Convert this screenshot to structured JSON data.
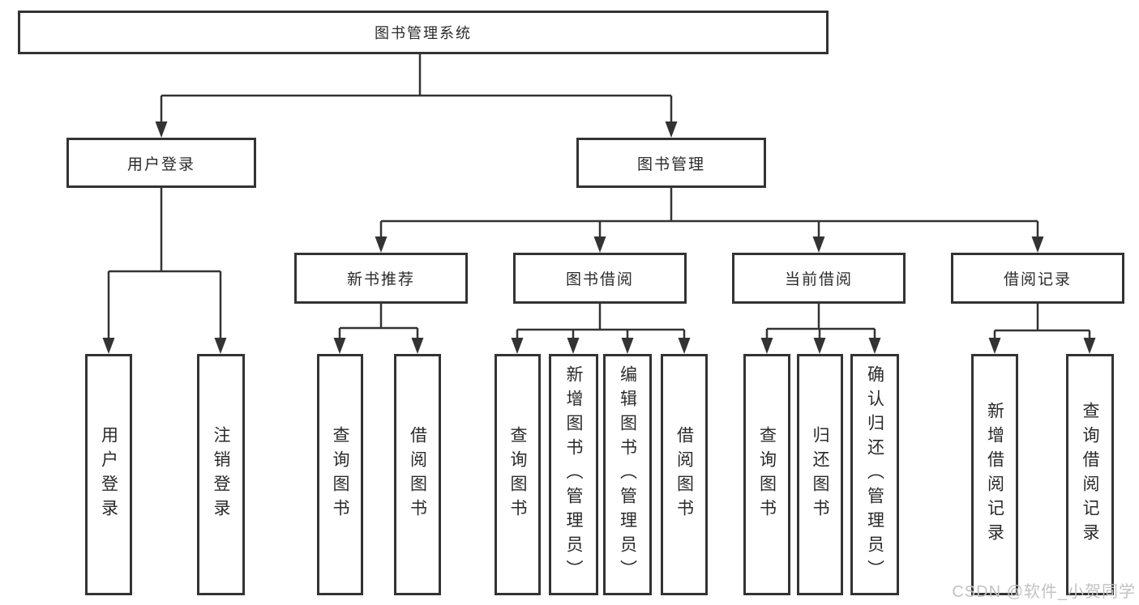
{
  "diagram": {
    "root": {
      "label": "图书管理系统"
    },
    "level2": [
      {
        "label": "用户登录"
      },
      {
        "label": "图书管理"
      }
    ],
    "level3": [
      {
        "label": "新书推荐"
      },
      {
        "label": "图书借阅"
      },
      {
        "label": "当前借阅"
      },
      {
        "label": "借阅记录"
      }
    ],
    "leaves": {
      "user": [
        "用户登录",
        "注销登录"
      ],
      "newbook": [
        "查询图书",
        "借阅图书"
      ],
      "borrow": [
        "查询图书",
        "新增图书（管理员）",
        "编辑图书（管理员）",
        "借阅图书"
      ],
      "current": [
        "查询图书",
        "归还图书",
        "确认归还（管理员）"
      ],
      "records": [
        "新增借阅记录",
        "查询借阅记录"
      ]
    }
  },
  "watermark": {
    "text": "CSDN @软件_小贺同学"
  },
  "colors": {
    "line": "#333333",
    "box_border": "#333333",
    "text": "#2a2a2a",
    "watermark": "#c2c2c2",
    "background": "#ffffff"
  }
}
